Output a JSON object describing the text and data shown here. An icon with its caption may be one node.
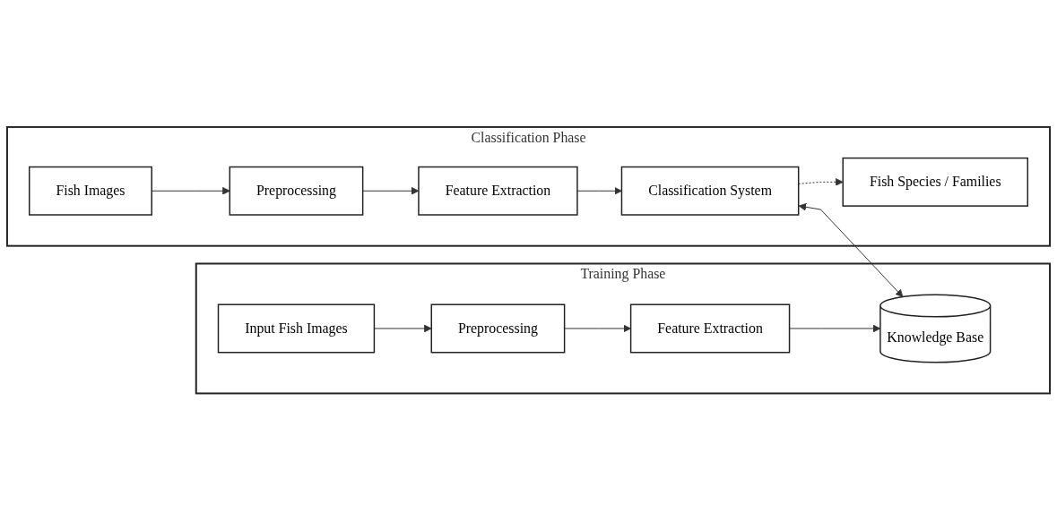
{
  "diagram": {
    "nodes": [
      {
        "text": [
          "Training Phase"
        ]
      },
      {
        "text": [
          "Input Fish Images"
        ],
        "in": 0
      },
      {
        "text": [
          "Preprocessing"
        ],
        "in": 0
      },
      {
        "text": [
          "Feature Extraction"
        ],
        "in": 0
      },
      {
        "text": [
          "Knowledge Base"
        ],
        "in": 0
      },
      {
        "text": [
          "Classification Phase"
        ]
      },
      {
        "text": [
          "Preprocessing"
        ],
        "in": 5
      },
      {
        "text": [
          "Feature Extraction"
        ],
        "in": 5
      },
      {
        "text": [
          "Classification System"
        ],
        "in": 5
      },
      {
        "text": [
          "Fish Images"
        ],
        "in": 5
      },
      {
        "text": [
          "Fish Species / Families"
        ],
        "in": 5
      }
    ],
    "edges": [
      {
        "from": 1,
        "to": 2,
        "arrow": "to"
      },
      {
        "from": 2,
        "to": 3,
        "arrow": "to"
      },
      {
        "from": 3,
        "to": 4,
        "arrow": "to"
      },
      {
        "from": 9,
        "to": 6,
        "arrow": "to"
      },
      {
        "from": 6,
        "to": 7,
        "arrow": "to"
      },
      {
        "from": 7,
        "to": 8,
        "arrow": "to"
      },
      {
        "from": 8,
        "to": 4,
        "arrow": "both"
      },
      {
        "from": 8,
        "to": 10,
        "arrow": "to",
        "style": "dashed"
      }
    ]
  }
}
